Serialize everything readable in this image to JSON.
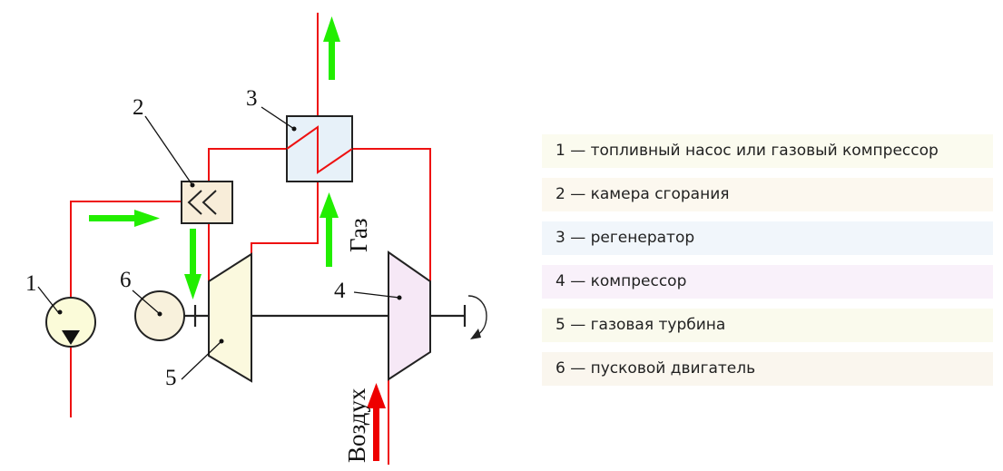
{
  "diagram": {
    "labels": {
      "n1": "1",
      "n2": "2",
      "n3": "3",
      "n4": "4",
      "n5": "5",
      "n6": "6",
      "gas": "Газ",
      "air": "Воздух"
    }
  },
  "legend": {
    "items": [
      {
        "text": "1 — топливный насос или газовый компрессор",
        "color": "#fbfbef"
      },
      {
        "text": "2 — камера сгорания",
        "color": "#fcf8ef"
      },
      {
        "text": "3 — регенератор",
        "color": "#f1f6fb"
      },
      {
        "text": "4 — компрессор",
        "color": "#f9f1fa"
      },
      {
        "text": "5 — газовая турбина",
        "color": "#fafaed"
      },
      {
        "text": "6 — пусковой двигатель",
        "color": "#faf6ee"
      }
    ]
  },
  "colors": {
    "pipe": "#ee1111",
    "flow_arrow": "#22ee00",
    "air_arrow": "#ee0000",
    "outline": "#222222"
  }
}
